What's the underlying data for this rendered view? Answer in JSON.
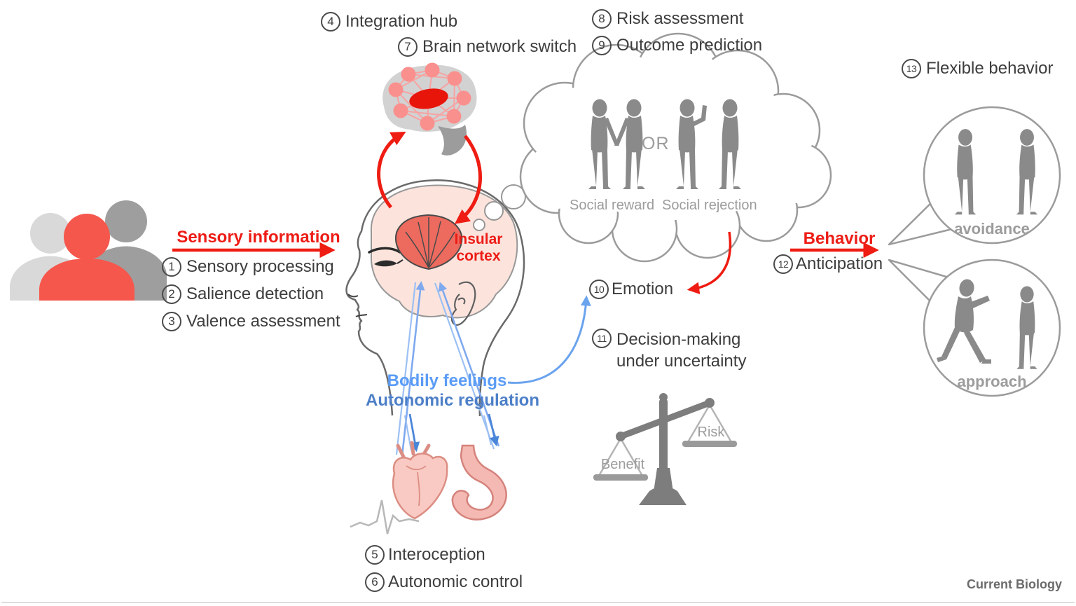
{
  "credit": "Current Biology",
  "colors": {
    "accent_red": "#ed1c16",
    "arrow_blue": "#4a86d8",
    "light_blue": "#7fb0f0",
    "silhouette_gray": "#8a8a8a",
    "insula_red": "#ec6a5e",
    "brain_pink": "#fce4dd",
    "highlight_person_red": "#f6574d"
  },
  "sensory_pathway": {
    "arrow_label": "Sensory information",
    "steps": [
      {
        "num": "1",
        "label": "Sensory processing"
      },
      {
        "num": "2",
        "label": "Salience detection"
      },
      {
        "num": "3",
        "label": "Valence assessment"
      }
    ]
  },
  "integration": {
    "integration_hub": {
      "num": "4",
      "label": "Integration hub"
    },
    "brain_network_switch": {
      "num": "7",
      "label": "Brain network switch"
    }
  },
  "insula": {
    "line1": "Insular",
    "line2": "cortex"
  },
  "body_pathway": {
    "bodily_feelings": "Bodily feelings",
    "autonomic_regulation": "Autonomic regulation",
    "steps": [
      {
        "num": "5",
        "label": "Interoception"
      },
      {
        "num": "6",
        "label": "Autonomic control"
      }
    ]
  },
  "social_context": {
    "or": "OR",
    "reward": "Social reward",
    "rejection": "Social rejection",
    "steps": [
      {
        "num": "8",
        "label": "Risk assessment"
      },
      {
        "num": "9",
        "label": "Outcome prediction"
      }
    ]
  },
  "evaluation": {
    "emotion": {
      "num": "10",
      "label": "Emotion"
    },
    "decision": {
      "num": "11",
      "line1": "Decision-making",
      "line2": "under uncertainty"
    },
    "scale": {
      "left_pan": "Benefit",
      "right_pan": "Risk"
    }
  },
  "behavior": {
    "arrow_label": "Behavior",
    "anticipation": {
      "num": "12",
      "label": "Anticipation"
    },
    "flexible_behavior": {
      "num": "13",
      "label": "Flexible behavior"
    },
    "outcomes": [
      {
        "label": "avoidance"
      },
      {
        "label": "approach"
      }
    ]
  }
}
